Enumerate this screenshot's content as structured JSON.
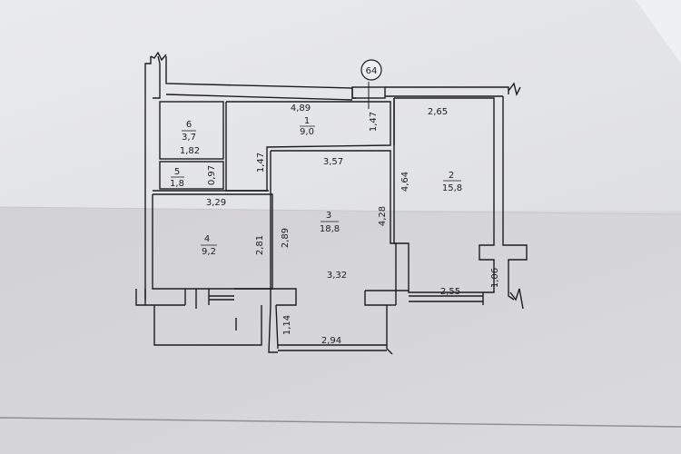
{
  "plan": {
    "axis_marker": "64",
    "rooms": [
      {
        "id": "1",
        "number": "1",
        "area": "9,0"
      },
      {
        "id": "2",
        "number": "2",
        "area": "15,8"
      },
      {
        "id": "3",
        "number": "3",
        "area": "18,8"
      },
      {
        "id": "4",
        "number": "4",
        "area": "9,2"
      },
      {
        "id": "5",
        "number": "5",
        "area": "1,8"
      },
      {
        "id": "6",
        "number": "6",
        "area": "3,7"
      }
    ],
    "dimensions": [
      {
        "id": "r1-width",
        "value": "4,89"
      },
      {
        "id": "r1-depth",
        "value": "1,47"
      },
      {
        "id": "r2-width",
        "value": "2,65"
      },
      {
        "id": "r2-depth",
        "value": "4,64"
      },
      {
        "id": "r2-bottom",
        "value": "2,55"
      },
      {
        "id": "r2-side",
        "value": "1,06"
      },
      {
        "id": "r3-top",
        "value": "3,57"
      },
      {
        "id": "r3-right",
        "value": "4,28"
      },
      {
        "id": "r3-left",
        "value": "2,89"
      },
      {
        "id": "r3-mid",
        "value": "3,32"
      },
      {
        "id": "r3-bottom",
        "value": "2,94"
      },
      {
        "id": "r3-lower-left",
        "value": "1,14"
      },
      {
        "id": "corridor-depth",
        "value": "1,47"
      },
      {
        "id": "r4-width",
        "value": "3,29"
      },
      {
        "id": "r4-depth",
        "value": "2,81"
      },
      {
        "id": "r5-depth",
        "value": "0,97"
      },
      {
        "id": "r6-width",
        "value": "1,82"
      }
    ]
  },
  "colors": {
    "paper_top": "#e7e8ea",
    "paper_bottom": "#d5d5d8",
    "ink": "#1d1d1f"
  }
}
